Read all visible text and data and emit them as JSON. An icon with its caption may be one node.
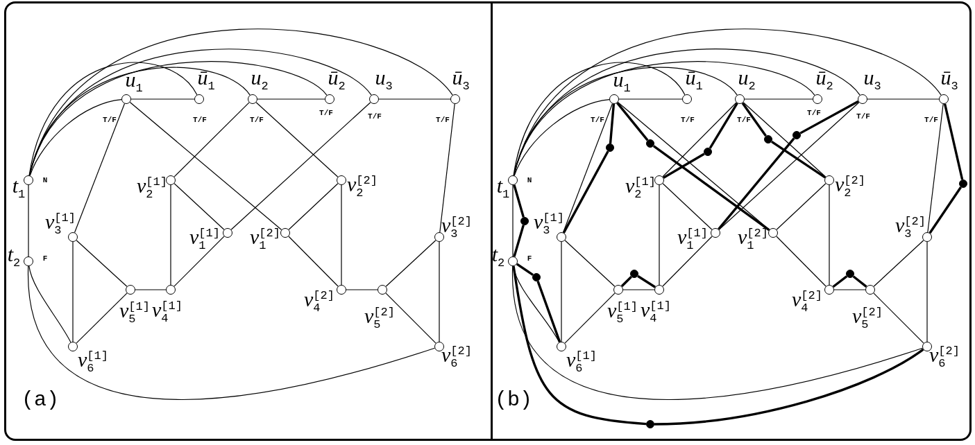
{
  "diagram": {
    "nodes": [
      {
        "text": [
          "(a)"
        ]
      },
      {
        "text": [
          "(b)"
        ]
      },
      {
        "text": [],
        "shape": "circle",
        "in": 0,
        "beside": [
          "*t*$_{1}$",
          "N"
        ]
      },
      {
        "text": [],
        "shape": "circle",
        "in": 0,
        "beside": [
          "*u*$_{1}$",
          "T/F"
        ]
      },
      {
        "text": [],
        "shape": "circle",
        "in": 0,
        "beside": [
          "*ū*$_{1}$",
          "T/F"
        ]
      },
      {
        "text": [],
        "shape": "circle",
        "in": 0,
        "beside": [
          "*u*$_{2}$",
          "T/F"
        ]
      },
      {
        "text": [],
        "shape": "circle",
        "in": 0,
        "beside": [
          "*ū*$_{2}$",
          "T/F"
        ]
      },
      {
        "text": [],
        "shape": "circle",
        "in": 0,
        "beside": [
          "*u*$_{3}$",
          "T/F"
        ]
      },
      {
        "text": [],
        "shape": "circle",
        "in": 0,
        "beside": [
          "*ū*$_{3}$",
          "T/F"
        ]
      },
      {
        "text": [],
        "shape": "circle",
        "in": 0,
        "beside": [
          "*t*$_{2}$",
          "F"
        ]
      },
      {
        "text": [],
        "shape": "circle",
        "in": 0,
        "beside": [
          "*v*$_{1}$$^{[1]}$"
        ]
      },
      {
        "text": [],
        "shape": "circle",
        "in": 0,
        "beside": [
          "*v*$_{2}$$^{[1]}$"
        ]
      },
      {
        "text": [],
        "shape": "circle",
        "in": 0,
        "beside": [
          "*v*$_{3}$$^{[1]}$"
        ]
      },
      {
        "text": [],
        "shape": "circle",
        "in": 0,
        "beside": [
          "*v*$_{4}$$^{[1]}$"
        ]
      },
      {
        "text": [],
        "shape": "circle",
        "in": 0,
        "beside": [
          "*v*$_{5}$$^{[1]}$"
        ]
      },
      {
        "text": [],
        "shape": "circle",
        "in": 0,
        "beside": [
          "*v*$_{6}$$^{[1]}$"
        ]
      },
      {
        "text": [],
        "shape": "circle",
        "in": 0,
        "beside": [
          "*v*$_{1}$$^{[2]}$"
        ]
      },
      {
        "text": [],
        "shape": "circle",
        "in": 0,
        "beside": [
          "*v*$_{2}$$^{[2]}$"
        ]
      },
      {
        "text": [],
        "shape": "circle",
        "in": 0,
        "beside": [
          "*v*$_{3}$$^{[2]}$"
        ]
      },
      {
        "text": [],
        "shape": "circle",
        "in": 0,
        "beside": [
          "*v*$_{4}$$^{[2]}$"
        ]
      },
      {
        "text": [],
        "shape": "circle",
        "in": 0,
        "beside": [
          "*v*$_{5}$$^{[2]}$"
        ]
      },
      {
        "text": [],
        "shape": "circle",
        "in": 0,
        "beside": [
          "*v*$_{6}$$^{[2]}$"
        ]
      },
      {
        "text": [],
        "shape": "circle",
        "in": 1,
        "beside": [
          "*t*$_{1}$",
          "N"
        ]
      },
      {
        "text": [],
        "shape": "circle",
        "in": 1,
        "beside": [
          "*u*$_{1}$",
          "T/F"
        ]
      },
      {
        "text": [],
        "shape": "circle",
        "in": 1,
        "beside": [
          "*ū*$_{1}$",
          "T/F"
        ]
      },
      {
        "text": [],
        "shape": "circle",
        "in": 1,
        "beside": [
          "*u*$_{2}$",
          "T/F"
        ]
      },
      {
        "text": [],
        "shape": "circle",
        "in": 1,
        "beside": [
          "*ū*$_{2}$",
          "T/F"
        ]
      },
      {
        "text": [],
        "shape": "circle",
        "in": 1,
        "beside": [
          "*u*$_{3}$",
          "T/F"
        ]
      },
      {
        "text": [],
        "shape": "circle",
        "in": 1,
        "beside": [
          "*ū*$_{3}$",
          "T/F"
        ]
      },
      {
        "text": [],
        "shape": "circle",
        "in": 1,
        "beside": [
          "*t*$_{2}$",
          "F"
        ]
      },
      {
        "text": [],
        "shape": "circle",
        "in": 1,
        "beside": [
          "*v*$_{1}$$^{[1]}$"
        ]
      },
      {
        "text": [],
        "shape": "circle",
        "in": 1,
        "beside": [
          "*v*$_{2}$$^{[1]}$"
        ]
      },
      {
        "text": [],
        "shape": "circle",
        "in": 1,
        "beside": [
          "*v*$_{3}$$^{[1]}$"
        ]
      },
      {
        "text": [],
        "shape": "circle",
        "in": 1,
        "beside": [
          "*v*$_{4}$$^{[1]}$"
        ]
      },
      {
        "text": [],
        "shape": "circle",
        "in": 1,
        "beside": [
          "*v*$_{5}$$^{[1]}$"
        ]
      },
      {
        "text": [],
        "shape": "circle",
        "in": 1,
        "beside": [
          "*v*$_{6}$$^{[1]}$"
        ]
      },
      {
        "text": [],
        "shape": "circle",
        "in": 1,
        "beside": [
          "*v*$_{1}$$^{[2]}$"
        ]
      },
      {
        "text": [],
        "shape": "circle",
        "in": 1,
        "beside": [
          "*v*$_{2}$$^{[2]}$"
        ]
      },
      {
        "text": [],
        "shape": "circle",
        "in": 1,
        "beside": [
          "*v*$_{3}$$^{[2]}$"
        ]
      },
      {
        "text": [],
        "shape": "circle",
        "in": 1,
        "beside": [
          "*v*$_{4}$$^{[2]}$"
        ]
      },
      {
        "text": [],
        "shape": "circle",
        "in": 1,
        "beside": [
          "*v*$_{5}$$^{[2]}$"
        ]
      },
      {
        "text": [],
        "shape": "circle",
        "in": 1,
        "beside": [
          "*v*$_{6}$$^{[2]}$"
        ]
      },
      {
        "text": [],
        "shape": "dot",
        "in": 1
      },
      {
        "text": [],
        "shape": "dot",
        "in": 1
      },
      {
        "text": [],
        "shape": "dot",
        "in": 1
      },
      {
        "text": [],
        "shape": "dot",
        "in": 1
      },
      {
        "text": [],
        "shape": "dot",
        "in": 1
      },
      {
        "text": [],
        "shape": "dot",
        "in": 1
      },
      {
        "text": [],
        "shape": "dot",
        "in": 1
      },
      {
        "text": [],
        "shape": "dot",
        "in": 1
      },
      {
        "text": [],
        "shape": "dot",
        "in": 1
      },
      {
        "text": [],
        "shape": "dot",
        "in": 1
      },
      {
        "text": [],
        "shape": "dot",
        "in": 1
      }
    ],
    "edges": [
      {
        "from": 2,
        "to": 3,
        "arrow": "none"
      },
      {
        "from": 2,
        "to": 4,
        "arrow": "none"
      },
      {
        "from": 2,
        "to": 5,
        "arrow": "none"
      },
      {
        "from": 2,
        "to": 6,
        "arrow": "none"
      },
      {
        "from": 2,
        "to": 7,
        "arrow": "none"
      },
      {
        "from": 2,
        "to": 8,
        "arrow": "none"
      },
      {
        "from": 3,
        "to": 4,
        "arrow": "none"
      },
      {
        "from": 5,
        "to": 6,
        "arrow": "none"
      },
      {
        "from": 7,
        "to": 8,
        "arrow": "none"
      },
      {
        "from": 2,
        "to": 9,
        "arrow": "none"
      },
      {
        "from": 3,
        "to": 12,
        "arrow": "none"
      },
      {
        "from": 3,
        "to": 16,
        "arrow": "none"
      },
      {
        "from": 5,
        "to": 11,
        "arrow": "none"
      },
      {
        "from": 5,
        "to": 17,
        "arrow": "none"
      },
      {
        "from": 7,
        "to": 10,
        "arrow": "none"
      },
      {
        "from": 8,
        "to": 18,
        "arrow": "none"
      },
      {
        "from": 11,
        "to": 10,
        "arrow": "none"
      },
      {
        "from": 11,
        "to": 13,
        "arrow": "none"
      },
      {
        "from": 10,
        "to": 13,
        "arrow": "none"
      },
      {
        "from": 13,
        "to": 14,
        "arrow": "none"
      },
      {
        "from": 14,
        "to": 12,
        "arrow": "none"
      },
      {
        "from": 14,
        "to": 15,
        "arrow": "none"
      },
      {
        "from": 12,
        "to": 15,
        "arrow": "none"
      },
      {
        "from": 17,
        "to": 16,
        "arrow": "none"
      },
      {
        "from": 17,
        "to": 19,
        "arrow": "none"
      },
      {
        "from": 16,
        "to": 19,
        "arrow": "none"
      },
      {
        "from": 19,
        "to": 20,
        "arrow": "none"
      },
      {
        "from": 20,
        "to": 18,
        "arrow": "none"
      },
      {
        "from": 20,
        "to": 21,
        "arrow": "none"
      },
      {
        "from": 18,
        "to": 21,
        "arrow": "none"
      },
      {
        "from": 9,
        "to": 15,
        "arrow": "none"
      },
      {
        "from": 9,
        "to": 21,
        "arrow": "none"
      },
      {
        "from": 22,
        "to": 23,
        "arrow": "none"
      },
      {
        "from": 22,
        "to": 24,
        "arrow": "none"
      },
      {
        "from": 22,
        "to": 25,
        "arrow": "none"
      },
      {
        "from": 22,
        "to": 26,
        "arrow": "none"
      },
      {
        "from": 22,
        "to": 27,
        "arrow": "none"
      },
      {
        "from": 22,
        "to": 28,
        "arrow": "none"
      },
      {
        "from": 23,
        "to": 24,
        "arrow": "none"
      },
      {
        "from": 25,
        "to": 26,
        "arrow": "none"
      },
      {
        "from": 27,
        "to": 28,
        "arrow": "none"
      },
      {
        "from": 22,
        "to": 29,
        "arrow": "none"
      },
      {
        "from": 23,
        "to": 32,
        "arrow": "none"
      },
      {
        "from": 23,
        "to": 36,
        "arrow": "none"
      },
      {
        "from": 25,
        "to": 31,
        "arrow": "none"
      },
      {
        "from": 25,
        "to": 37,
        "arrow": "none"
      },
      {
        "from": 27,
        "to": 30,
        "arrow": "none"
      },
      {
        "from": 28,
        "to": 38,
        "arrow": "none"
      },
      {
        "from": 31,
        "to": 30,
        "arrow": "none"
      },
      {
        "from": 31,
        "to": 33,
        "arrow": "none"
      },
      {
        "from": 30,
        "to": 33,
        "arrow": "none"
      },
      {
        "from": 33,
        "to": 34,
        "arrow": "none"
      },
      {
        "from": 34,
        "to": 32,
        "arrow": "none"
      },
      {
        "from": 34,
        "to": 35,
        "arrow": "none"
      },
      {
        "from": 32,
        "to": 35,
        "arrow": "none"
      },
      {
        "from": 37,
        "to": 36,
        "arrow": "none"
      },
      {
        "from": 37,
        "to": 39,
        "arrow": "none"
      },
      {
        "from": 36,
        "to": 39,
        "arrow": "none"
      },
      {
        "from": 39,
        "to": 40,
        "arrow": "none"
      },
      {
        "from": 40,
        "to": 38,
        "arrow": "none"
      },
      {
        "from": 40,
        "to": 41,
        "arrow": "none"
      },
      {
        "from": 38,
        "to": 41,
        "arrow": "none"
      },
      {
        "from": 29,
        "to": 35,
        "arrow": "none"
      },
      {
        "from": 29,
        "to": 41,
        "arrow": "none"
      },
      {
        "from": 27,
        "to": 42,
        "arrow": "none",
        "style": "thick"
      },
      {
        "from": 42,
        "to": 30,
        "arrow": "none",
        "style": "thick"
      },
      {
        "from": 25,
        "to": 43,
        "arrow": "none",
        "style": "thick"
      },
      {
        "from": 43,
        "to": 37,
        "arrow": "none",
        "style": "thick"
      },
      {
        "from": 23,
        "to": 44,
        "arrow": "none",
        "style": "thick"
      },
      {
        "from": 44,
        "to": 36,
        "arrow": "none",
        "style": "thick"
      },
      {
        "from": 23,
        "to": 45,
        "arrow": "none",
        "style": "thick"
      },
      {
        "from": 45,
        "to": 32,
        "arrow": "none",
        "style": "thick"
      },
      {
        "from": 25,
        "to": 46,
        "arrow": "none",
        "style": "thick"
      },
      {
        "from": 46,
        "to": 31,
        "arrow": "none",
        "style": "thick"
      },
      {
        "from": 28,
        "to": 47,
        "arrow": "none",
        "style": "thick"
      },
      {
        "from": 47,
        "to": 38,
        "arrow": "none",
        "style": "thick"
      },
      {
        "from": 22,
        "to": 48,
        "arrow": "none",
        "style": "thick"
      },
      {
        "from": 48,
        "to": 29,
        "arrow": "none",
        "style": "thick"
      },
      {
        "from": 34,
        "to": 49,
        "arrow": "none",
        "style": "thick"
      },
      {
        "from": 49,
        "to": 33,
        "arrow": "none",
        "style": "thick"
      },
      {
        "from": 39,
        "to": 50,
        "arrow": "none",
        "style": "thick"
      },
      {
        "from": 50,
        "to": 40,
        "arrow": "none",
        "style": "thick"
      },
      {
        "from": 29,
        "to": 51,
        "arrow": "none",
        "style": "thick"
      },
      {
        "from": 51,
        "to": 35,
        "arrow": "none",
        "style": "thick"
      },
      {
        "from": 29,
        "to": 52,
        "arrow": "none",
        "style": "thick"
      },
      {
        "from": 52,
        "to": 41,
        "arrow": "none",
        "style": "thick"
      }
    ]
  }
}
